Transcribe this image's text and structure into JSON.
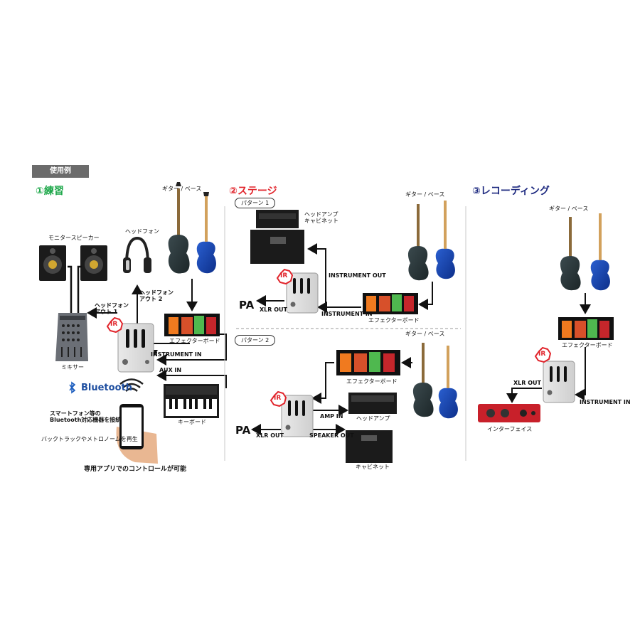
{
  "header": {
    "badge": "使用例"
  },
  "sections": {
    "practice": {
      "title": "①練習",
      "color": "#1fa84b",
      "labels": {
        "monitor": "モニタースピーカー",
        "headphone": "ヘッドフォン",
        "guitar_bass": "ギター / ベース",
        "headphone_out1": "ヘッドフォン\nアウト 1",
        "headphone_out2": "ヘッドフォン\nアウト 2",
        "mixer": "ミキサー",
        "effects": "エフェクターボード",
        "instrument_in": "INSTRUMENT IN",
        "aux_in": "AUX IN",
        "keyboard": "キーボード",
        "bluetooth": "Bluetooth",
        "smartphone": "スマートフォン等の\nBluetooth対応機器を接続",
        "backtrack": "バックトラックやメトロノームを再生",
        "app_control": "専用アプリでのコントロールが可能"
      }
    },
    "stage": {
      "title": "②ステージ",
      "color": "#e1242b",
      "pattern1": {
        "badge": "パターン 1",
        "head_amp_cab": "ヘッドアンプ\nキャビネット",
        "guitar_bass": "ギター / ベース",
        "instrument_out": "INSTRUMENT OUT",
        "instrument_in": "INSTRUMENT IN",
        "pa": "PA",
        "xlr_out": "XLR OUT",
        "effects": "エフェクターボード"
      },
      "pattern2": {
        "badge": "パターン 2",
        "guitar_bass": "ギター / ベース",
        "effects": "エフェクターボード",
        "amp_in": "AMP IN",
        "head_amp": "ヘッドアンプ",
        "pa": "PA",
        "xlr_out": "XLR OUT",
        "speaker_out": "SPEAKER OUT",
        "cabinet": "キャビネット"
      }
    },
    "recording": {
      "title": "③レコーディング",
      "color": "#1e2a80",
      "labels": {
        "guitar_bass": "ギター / ベース",
        "effects": "エフェクターボード",
        "xlr_out": "XLR OUT",
        "instrument_in": "INSTRUMENT IN",
        "interface": "インターフェイス"
      }
    }
  },
  "device": {
    "ir_badge": "IR"
  }
}
